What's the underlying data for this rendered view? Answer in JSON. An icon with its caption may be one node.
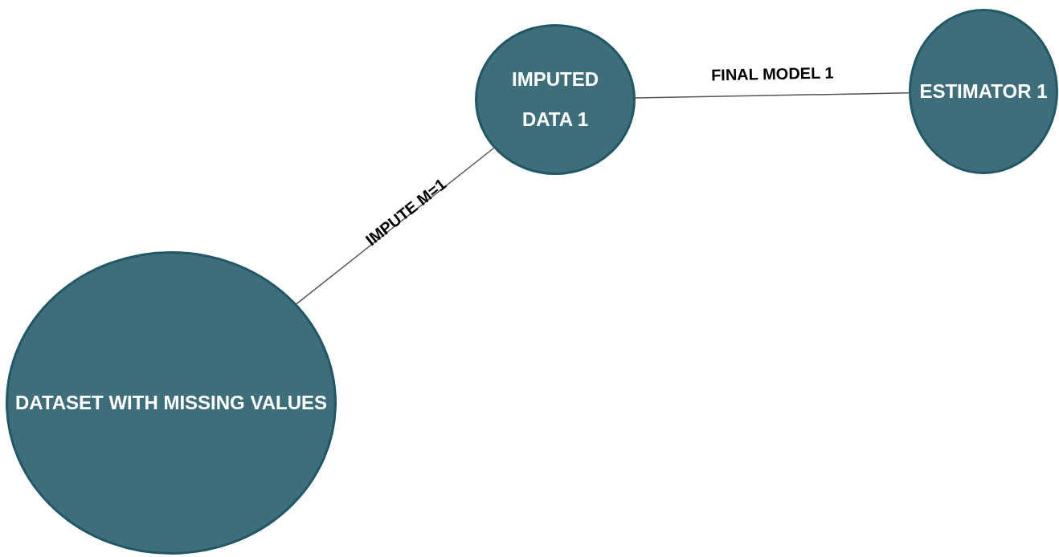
{
  "diagram": {
    "nodes": [
      {
        "text": [
          "DATASET WITH MISSING VALUES"
        ]
      },
      {
        "text": [
          "IMPUTED DATA 1"
        ]
      },
      {
        "text": [
          "ESTIMATOR 1"
        ]
      }
    ],
    "edges": [
      {
        "from": 0,
        "to": 1,
        "arrow": "none",
        "label": "IMPUTE M=1"
      },
      {
        "from": 1,
        "to": 2,
        "arrow": "none",
        "label": "FINAL MODEL 1"
      }
    ]
  }
}
